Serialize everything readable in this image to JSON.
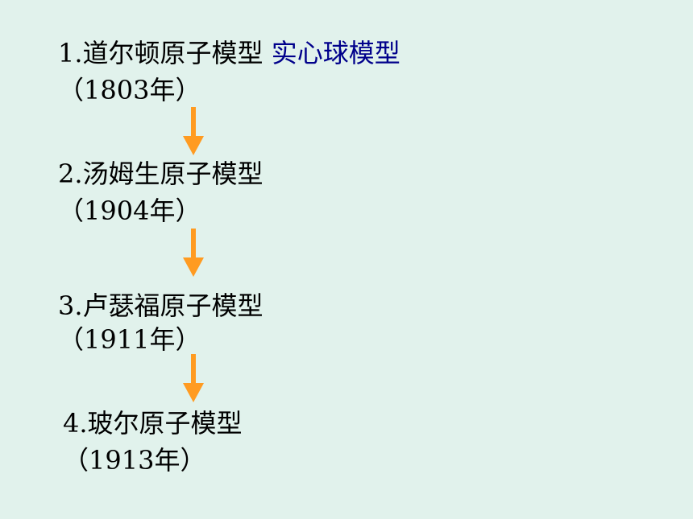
{
  "colors": {
    "background": "#E1F2EC",
    "text": "#000000",
    "highlight": "#00008B",
    "arrow": "#FF9B21"
  },
  "models": [
    {
      "title": "1.道尔顿原子模型",
      "note": "实心球模型",
      "year": "（1803年）"
    },
    {
      "title": "2.汤姆生原子模型",
      "year": "（1904年）"
    },
    {
      "title": "3.卢瑟福原子模型",
      "year": "（1911年）"
    },
    {
      "title": "4.玻尔原子模型",
      "year": "（1913年）"
    }
  ],
  "arrows": [
    {
      "icon": "arrow-down-icon"
    },
    {
      "icon": "arrow-down-icon"
    },
    {
      "icon": "arrow-down-icon"
    }
  ]
}
